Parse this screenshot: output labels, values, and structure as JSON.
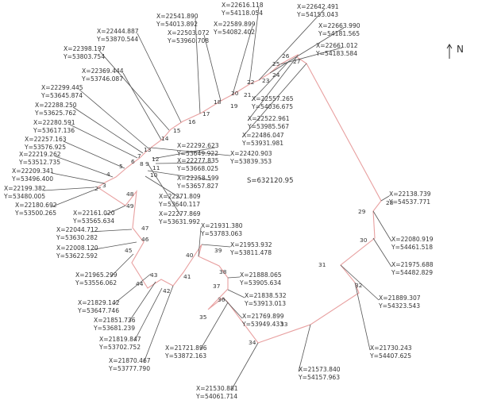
{
  "boundary_color": "#e8a0a0",
  "leader_color": "#555555",
  "text_color": "#333333",
  "north_label": "N",
  "area_label": "S=632120.95",
  "vertex_numbers": [
    "2",
    "3",
    "4",
    "5",
    "6",
    "7",
    "8",
    "9",
    "10",
    "11",
    "12",
    "13",
    "14",
    "15",
    "16",
    "17",
    "18",
    "19",
    "20",
    "21",
    "22",
    "23",
    "24",
    "25",
    "26",
    "27",
    "28",
    "29",
    "30",
    "31",
    "32",
    "33",
    "34",
    "35",
    "36",
    "37",
    "38",
    "39",
    "40",
    "41",
    "42",
    "43",
    "44",
    "45",
    "46",
    "47",
    "48",
    "49"
  ],
  "coordinates": [
    {
      "x": "X=22199.382",
      "y": "Y=53480.005"
    },
    {
      "x": "X=22209.341",
      "y": "Y=53496.400"
    },
    {
      "x": "X=22219.262",
      "y": "Y=53512.735"
    },
    {
      "x": "X=22257.163",
      "y": "Y=53576.925"
    },
    {
      "x": "X=22280.591",
      "y": "Y=53617.136"
    },
    {
      "x": "X=22288.250",
      "y": "Y=53625.762"
    },
    {
      "x": "X=22299.445",
      "y": "Y=53645.874"
    },
    {
      "x": "X=22369.444",
      "y": "Y=53746.087"
    },
    {
      "x": "X=22398.197",
      "y": "Y=53803.754"
    },
    {
      "x": "X=22444.887",
      "y": "Y=53870.544"
    },
    {
      "x": "X=22541.890",
      "y": "Y=54013.892"
    },
    {
      "x": "X=22503.072",
      "y": "Y=53960.708"
    },
    {
      "x": "X=22589.899",
      "y": "Y=54082.402"
    },
    {
      "x": "X=22616.118",
      "y": "Y=54118.054"
    },
    {
      "x": "X=22642.491",
      "y": "Y=54153.043"
    },
    {
      "x": "X=22663.990",
      "y": "Y=54181.565"
    },
    {
      "x": "X=22661.012",
      "y": "Y=54183.584"
    },
    {
      "x": "X=22557.265",
      "y": "Y=54036.675"
    },
    {
      "x": "X=22522.961",
      "y": "Y=53985.567"
    },
    {
      "x": "X=22486.047",
      "y": "Y=53931.981"
    },
    {
      "x": "X=22420.903",
      "y": "Y=53839.353"
    },
    {
      "x": "X=22292.623",
      "y": "Y=53649.922"
    },
    {
      "x": "X=22277.835",
      "y": "Y=53668.025"
    },
    {
      "x": "X=22258.599",
      "y": "Y=53657.827"
    },
    {
      "x": "X=22271.809",
      "y": "Y=53640.117"
    },
    {
      "x": "X=22277.869",
      "y": "Y=53631.992"
    },
    {
      "x": "X=22161.020",
      "y": "Y=53565.634"
    },
    {
      "x": "X=22180.692",
      "y": "Y=53500.265"
    },
    {
      "x": "X=22044.712",
      "y": "Y=53630.282"
    },
    {
      "x": "X=22008.120",
      "y": "Y=53622.592"
    },
    {
      "x": "X=21965.299",
      "y": "Y=53556.062"
    },
    {
      "x": "X=21829.142",
      "y": "Y=53647.746"
    },
    {
      "x": "X=21851.736",
      "y": "Y=53681.239"
    },
    {
      "x": "X=21819.847",
      "y": "Y=53702.752"
    },
    {
      "x": "X=21870.467",
      "y": "Y=53777.790"
    },
    {
      "x": "X=21931.380",
      "y": "Y=53783.063"
    },
    {
      "x": "X=21953.932",
      "y": "Y=53811.478"
    },
    {
      "x": "X=21888.065",
      "y": "Y=53905.634"
    },
    {
      "x": "X=21838.532",
      "y": "Y=53913.013"
    },
    {
      "x": "X=21769.899",
      "y": "Y=53949.433"
    },
    {
      "x": "X=21721.896",
      "y": "Y=53872.163"
    },
    {
      "x": "X=21530.881",
      "y": "Y=54061.714"
    },
    {
      "x": "X=21573.840",
      "y": "Y=54157.963"
    },
    {
      "x": "X=21730.243",
      "y": "Y=54407.625"
    },
    {
      "x": "X=21889.307",
      "y": "Y=54323.543"
    },
    {
      "x": "X=21975.688",
      "y": "Y=54482.829"
    },
    {
      "x": "X=22080.919",
      "y": "Y=54461.518"
    },
    {
      "x": "X=22138.739",
      "y": "Y=54537.771"
    }
  ]
}
